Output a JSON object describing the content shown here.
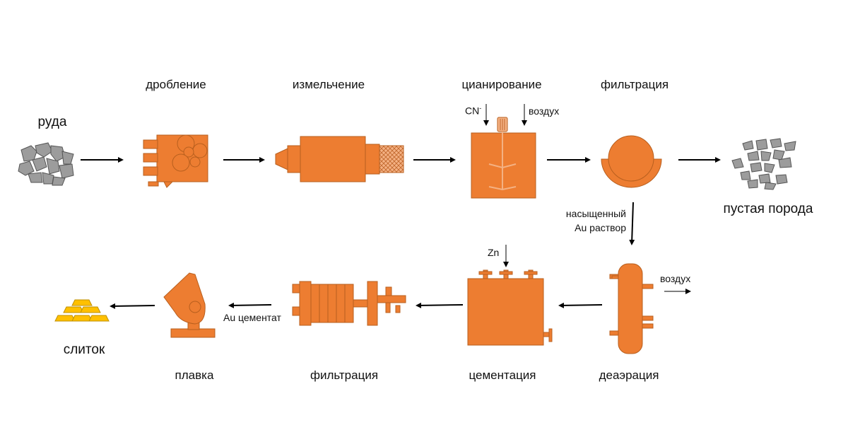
{
  "diagram": {
    "steps": {
      "crushing": "дробление",
      "grinding": "измельчение",
      "cyanidation": "цианирование",
      "filtration_top": "фильтрация",
      "deaeration": "деаэрация",
      "cementation": "цементация",
      "filtration_bottom": "фильтрация",
      "smelting": "плавка"
    },
    "materials": {
      "ore": "руда",
      "tailings": "пустая порода",
      "ingot": "слиток"
    },
    "annotations": {
      "cyanide": "CN",
      "cyanide_sup": "-",
      "air_in": "воздух",
      "saturated_line1": "насыщенный",
      "saturated_line2": "Au раствор",
      "zinc": "Zn",
      "air_out": "воздух",
      "au_cement": "Au цементат"
    },
    "colors": {
      "equipment": "#ED7D31",
      "outline": "#B85F1E",
      "rock": "#9C9C9C",
      "gold": "#FFC000"
    }
  }
}
